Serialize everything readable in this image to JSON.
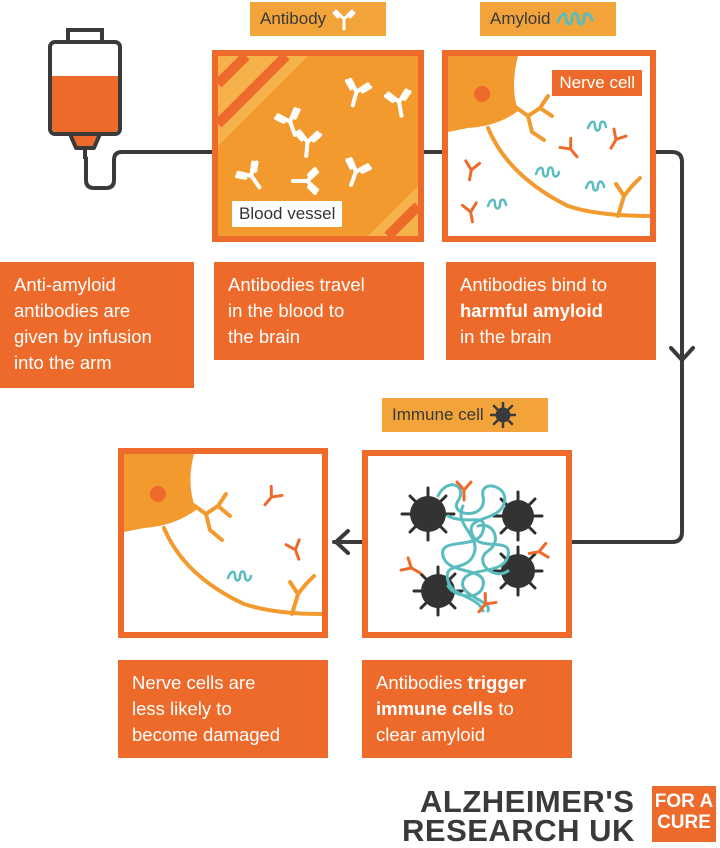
{
  "labels": {
    "antibody": "Antibody",
    "amyloid": "Amyloid",
    "immune_cell": "Immune cell"
  },
  "panel_tags": {
    "blood_vessel": "Blood vessel",
    "nerve_cell": "Nerve cell"
  },
  "captions": {
    "infusion": [
      "Anti-amyloid",
      "antibodies are",
      "given by infusion",
      "into the arm"
    ],
    "travel": [
      "Antibodies travel",
      "in the blood to",
      "the brain"
    ],
    "bind": {
      "line1": "Antibodies bind to",
      "bold": "harmful amyloid",
      "line3": "in the brain"
    },
    "trigger": {
      "line1_plain": "Antibodies ",
      "line1_bold": "trigger",
      "line2_bold": "immune cells",
      "line2_plain": " to",
      "line3": "clear amyloid"
    },
    "nerve": [
      "Nerve cells are",
      "less likely to",
      "become damaged"
    ]
  },
  "logo": {
    "line1": "ALZHEIMER'S",
    "line2": "RESEARCH UK",
    "badge_line1": "FOR A",
    "badge_line2": "CURE"
  },
  "colors": {
    "orange": "#ee6a2a",
    "amber": "#f2a33a",
    "teal": "#5bbcc0",
    "dark": "#3a3a3a"
  }
}
